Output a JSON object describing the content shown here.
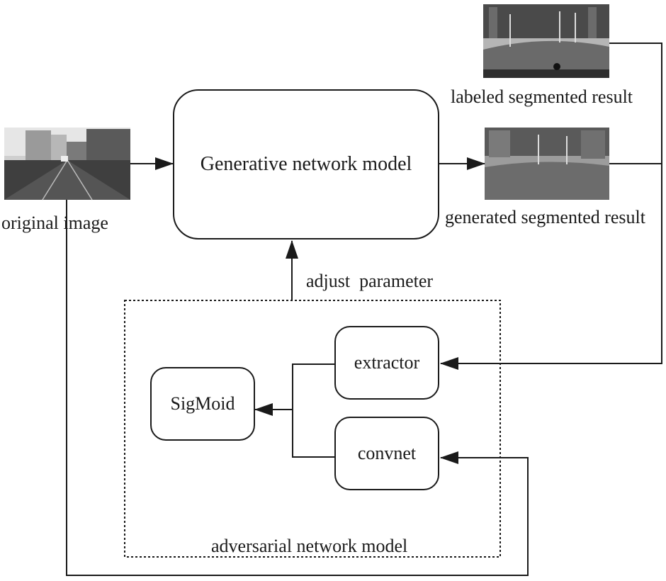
{
  "labels": {
    "original_image": "original image",
    "generative_model": "Generative network model",
    "labeled_result": "labeled segmented result",
    "generated_result": "generated segmented result",
    "adjust_parameter": "adjust  parameter",
    "extractor": "extractor",
    "convnet": "convnet",
    "sigmoid": "SigMoid",
    "adversarial_model": "adversarial network model"
  },
  "colors": {
    "line": "#1a1a1a",
    "street_sky": "#d9d9d9",
    "seg_dark": "#3d3d3d",
    "seg_mid": "#8a8a8a"
  }
}
